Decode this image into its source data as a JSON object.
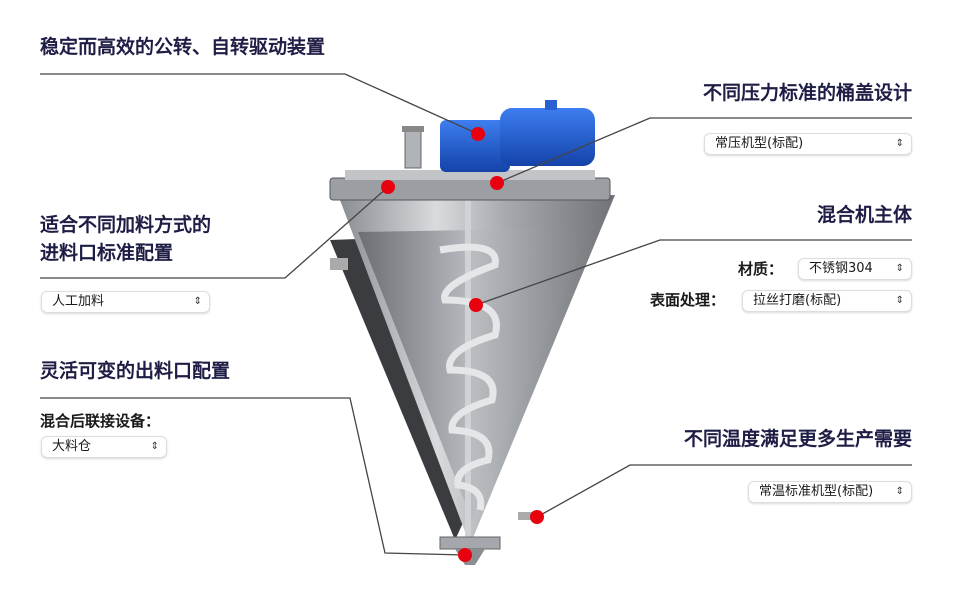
{
  "sections": {
    "drive": {
      "title": "稳定而高效的公转、自转驱动装置"
    },
    "lid": {
      "title": "不同压力标准的桶盖设计",
      "select_value": "常压机型(标配)"
    },
    "feed": {
      "title_line1": "适合不同加料方式的",
      "title_line2": "进料口标准配置",
      "select_value": "人工加料"
    },
    "body": {
      "title": "混合机主体",
      "material_label": "材质：",
      "material_value": "不锈钢304",
      "surface_label": "表面处理：",
      "surface_value": "拉丝打磨(标配)"
    },
    "outlet": {
      "title": "灵活可变的出料口配置",
      "connect_label": "混合后联接设备：",
      "connect_value": "大料仓"
    },
    "temp": {
      "title": "不同温度满足更多生产需要",
      "select_value": "常温标准机型(标配)"
    }
  },
  "colors": {
    "title": "#1d1d45",
    "hotspot": "#e8000f",
    "motor": "#1f5fd6"
  }
}
